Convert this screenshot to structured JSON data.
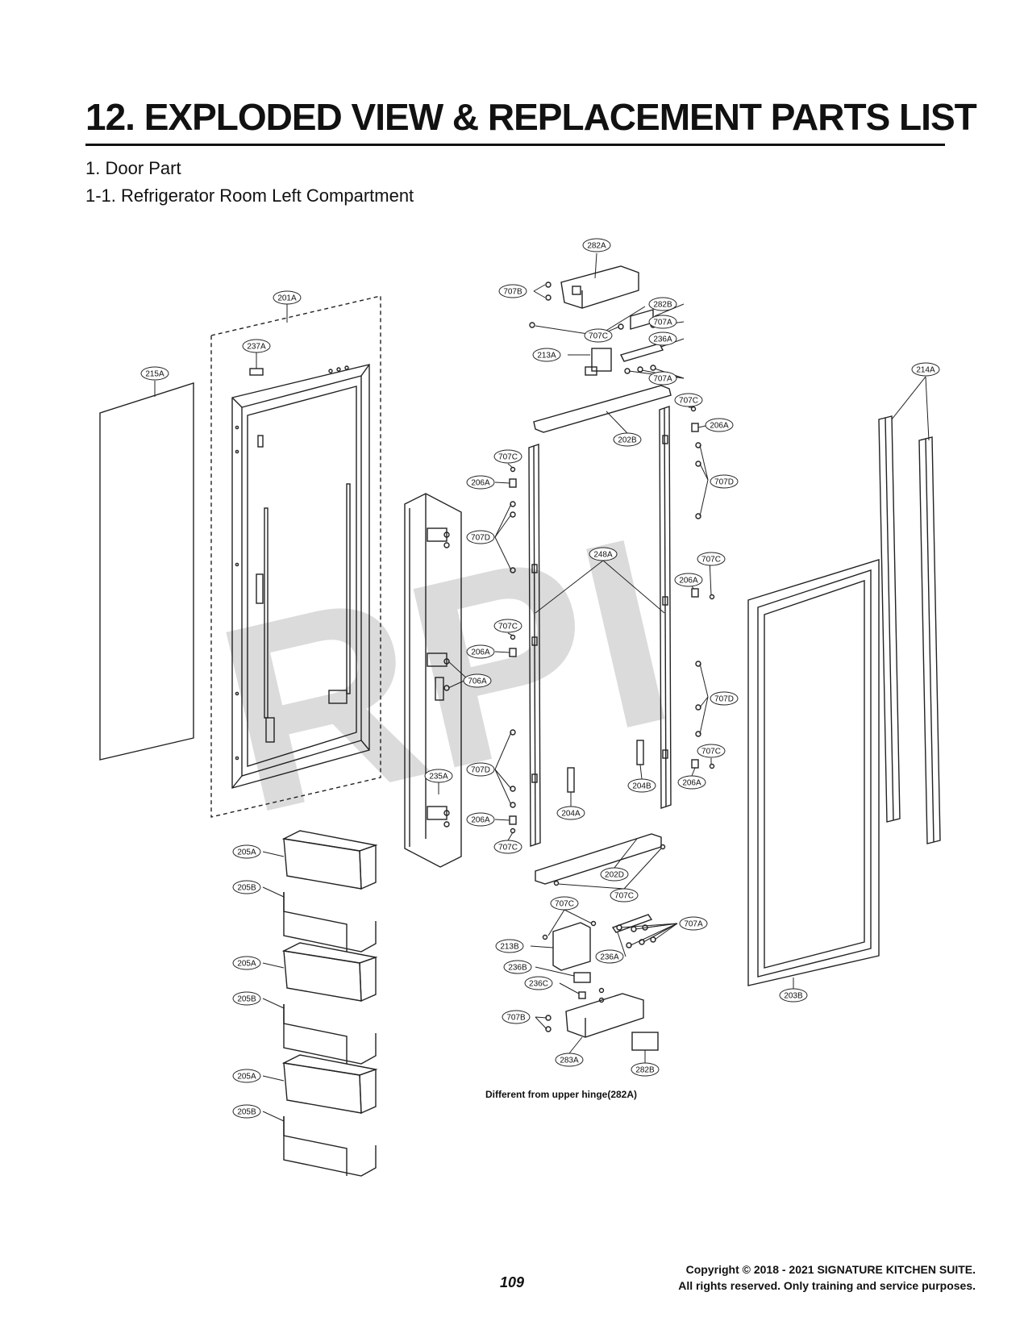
{
  "header": {
    "title": "12. EXPLODED VIEW & REPLACEMENT PARTS LIST",
    "section": "1. Door Part",
    "subsection": "1-1. Refrigerator Room Left Compartment"
  },
  "diagram": {
    "watermark": "RPI",
    "labels": [
      {
        "id": "l0",
        "text": "282A"
      },
      {
        "id": "l1",
        "text": "707B"
      },
      {
        "id": "l2",
        "text": "282B"
      },
      {
        "id": "l3",
        "text": "707A"
      },
      {
        "id": "l4",
        "text": "707C"
      },
      {
        "id": "l5",
        "text": "236A"
      },
      {
        "id": "l6",
        "text": "213A"
      },
      {
        "id": "l7",
        "text": "707A"
      },
      {
        "id": "l8",
        "text": "201A"
      },
      {
        "id": "l9",
        "text": "237A"
      },
      {
        "id": "l10",
        "text": "215A"
      },
      {
        "id": "l11",
        "text": "214A"
      },
      {
        "id": "l12",
        "text": "707C"
      },
      {
        "id": "l13",
        "text": "206A"
      },
      {
        "id": "l14",
        "text": "202B"
      },
      {
        "id": "l15",
        "text": "707C"
      },
      {
        "id": "l16",
        "text": "206A"
      },
      {
        "id": "l17",
        "text": "707D"
      },
      {
        "id": "l18",
        "text": "707D"
      },
      {
        "id": "l19",
        "text": "248A"
      },
      {
        "id": "l20",
        "text": "707C"
      },
      {
        "id": "l21",
        "text": "206A"
      },
      {
        "id": "l22",
        "text": "707C"
      },
      {
        "id": "l23",
        "text": "206A"
      },
      {
        "id": "l24",
        "text": "706A"
      },
      {
        "id": "l25",
        "text": "707D"
      },
      {
        "id": "l26",
        "text": "707C"
      },
      {
        "id": "l27",
        "text": "707D"
      },
      {
        "id": "l28",
        "text": "235A"
      },
      {
        "id": "l29",
        "text": "204A"
      },
      {
        "id": "l30",
        "text": "204B"
      },
      {
        "id": "l31",
        "text": "206A"
      },
      {
        "id": "l32",
        "text": "206A"
      },
      {
        "id": "l33",
        "text": "707C"
      },
      {
        "id": "l34",
        "text": "205A"
      },
      {
        "id": "l35",
        "text": "205B"
      },
      {
        "id": "l36",
        "text": "202D"
      },
      {
        "id": "l37",
        "text": "707C"
      },
      {
        "id": "l38",
        "text": "707C"
      },
      {
        "id": "l39",
        "text": "707A"
      },
      {
        "id": "l40",
        "text": "213B"
      },
      {
        "id": "l41",
        "text": "236A"
      },
      {
        "id": "l42",
        "text": "236B"
      },
      {
        "id": "l43",
        "text": "236C"
      },
      {
        "id": "l44",
        "text": "203B"
      },
      {
        "id": "l45",
        "text": "205A"
      },
      {
        "id": "l46",
        "text": "205B"
      },
      {
        "id": "l47",
        "text": "707B"
      },
      {
        "id": "l48",
        "text": "283A"
      },
      {
        "id": "l49",
        "text": "282B"
      },
      {
        "id": "l50",
        "text": "205A"
      },
      {
        "id": "l51",
        "text": "205B"
      }
    ],
    "note": "Different from upper hinge(282A)"
  },
  "footer": {
    "page_number": "109",
    "copyright": "Copyright © 2018 - 2021 SIGNATURE KITCHEN SUITE.",
    "rights": "All rights reserved. Only training and service purposes."
  }
}
